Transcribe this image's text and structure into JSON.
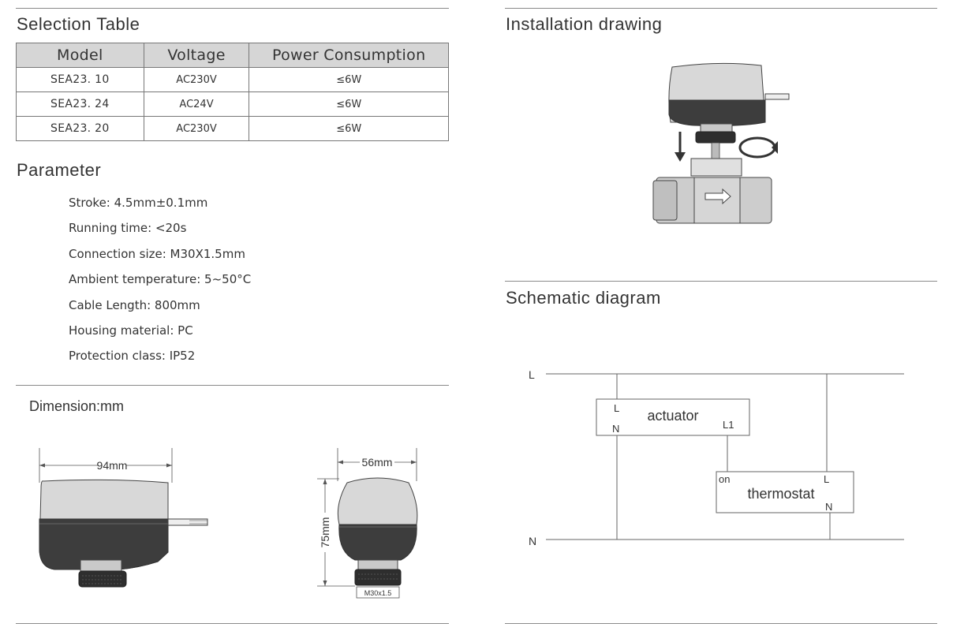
{
  "selection_table": {
    "title": "Selection Table",
    "headers": [
      "Model",
      "Voltage",
      "Power Consumption"
    ],
    "rows": [
      {
        "model": "SEA23. 10",
        "voltage": "AC230V",
        "power": "≤6W"
      },
      {
        "model": "SEA23. 24",
        "voltage": "AC24V",
        "power": "≤6W"
      },
      {
        "model": "SEA23. 20",
        "voltage": "AC230V",
        "power": "≤6W"
      }
    ]
  },
  "parameter": {
    "title": "Parameter",
    "items": [
      "Stroke: 4.5mm±0.1mm",
      "Running time: <20s",
      "Connection size: M30X1.5mm",
      "Ambient temperature: 5~50°C",
      "Cable Length: 800mm",
      "Housing material: PC",
      "Protection class: IP52"
    ]
  },
  "dimension": {
    "title": "Dimension:mm",
    "width_label": "94mm",
    "depth_label": "56mm",
    "height_label": "75mm",
    "thread_label": "M30x1.5"
  },
  "installation": {
    "title": "Installation drawing"
  },
  "schematic": {
    "title": "Schematic diagram",
    "line_l": "L",
    "line_n": "N",
    "actuator": {
      "label": "actuator",
      "l": "L",
      "n": "N",
      "l1": "L1"
    },
    "thermostat": {
      "label": "thermostat",
      "on": "on",
      "l": "L",
      "n": "N"
    }
  },
  "colors": {
    "line": "#8a8a8a",
    "header_bg": "#d6d6d6",
    "device_dark": "#3a3a3a",
    "device_light": "#cfcfcf"
  }
}
